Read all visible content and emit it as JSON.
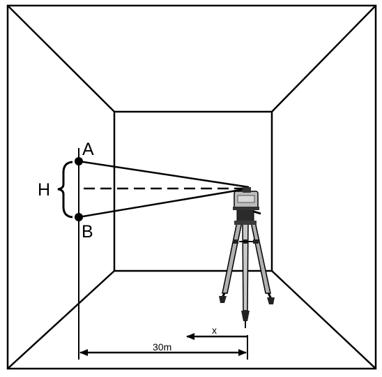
{
  "labels": {
    "point_a": "A",
    "point_b": "B",
    "height": "H",
    "offset": "x",
    "distance": "30m"
  },
  "icons": {
    "instrument": "laser-level-icon",
    "stand": "tripod-icon"
  },
  "colors": {
    "line": "#000000",
    "instrument_body": "#bcbcbc",
    "instrument_dark": "#333333",
    "background": "#ffffff"
  }
}
